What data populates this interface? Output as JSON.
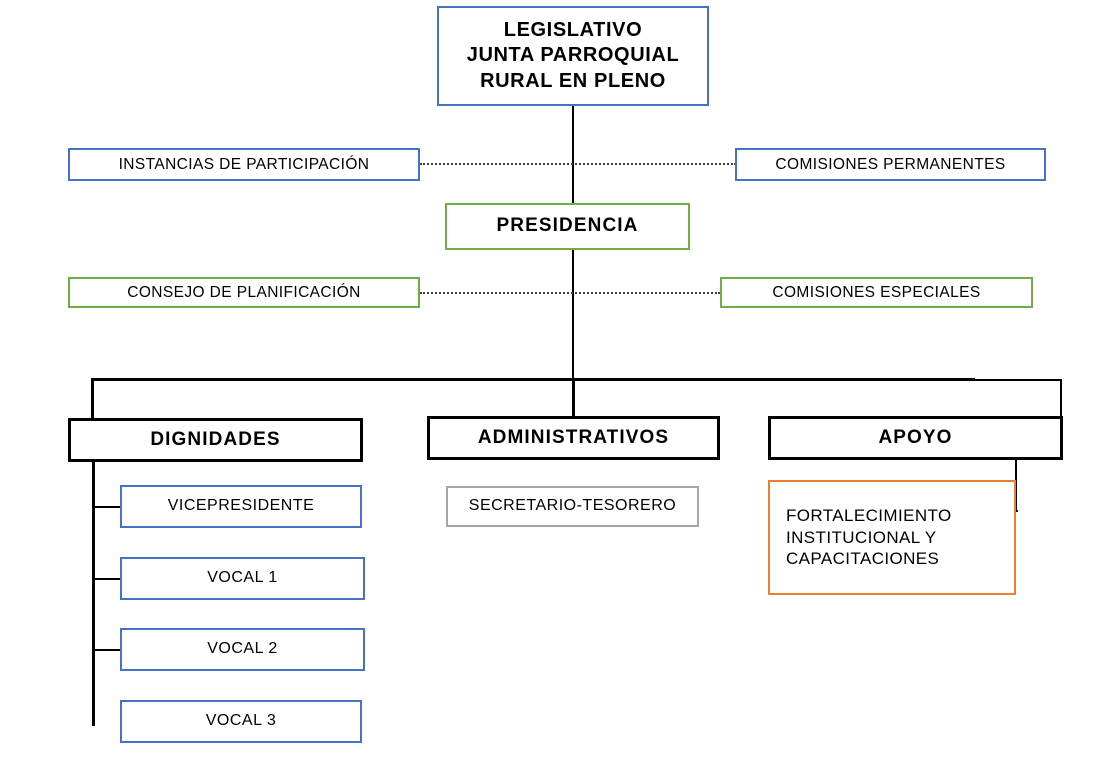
{
  "diagram": {
    "title": "Organigrama Junta Parroquial Rural",
    "colors": {
      "blue": "#4472C4",
      "green": "#70AD47",
      "gray": "#A6A6A6",
      "orange": "#ED7D31",
      "black": "#000000"
    }
  },
  "nodes": {
    "root": {
      "line1": "LEGISLATIVO",
      "line2": "JUNTA PARROQUIAL",
      "line3": "RURAL EN PLENO",
      "border": "blue"
    },
    "instancias_participacion": {
      "label": "INSTANCIAS DE PARTICIPACIÓN",
      "border": "blue"
    },
    "comisiones_permanentes": {
      "label": "COMISIONES PERMANENTES",
      "border": "blue"
    },
    "presidencia": {
      "label": "PRESIDENCIA",
      "border": "green"
    },
    "consejo_planificacion": {
      "label": "CONSEJO DE PLANIFICACIÓN",
      "border": "green"
    },
    "comisiones_especiales": {
      "label": "COMISIONES ESPECIALES",
      "border": "green"
    },
    "dignidades": {
      "label": "DIGNIDADES",
      "border": "black"
    },
    "administrativos": {
      "label": "ADMINISTRATIVOS",
      "border": "black"
    },
    "apoyo": {
      "label": "APOYO",
      "border": "black"
    },
    "vicepresidente": {
      "label": "VICEPRESIDENTE",
      "border": "blue"
    },
    "vocal1": {
      "label": "VOCAL 1",
      "border": "blue"
    },
    "vocal2": {
      "label": "VOCAL 2",
      "border": "blue"
    },
    "vocal3": {
      "label": "VOCAL 3",
      "border": "blue"
    },
    "secretario_tesorero": {
      "label": "SECRETARIO-TESORERO",
      "border": "gray"
    },
    "fortalecimiento": {
      "line1": "FORTALECIMIENTO",
      "line2": "INSTITUCIONAL   Y",
      "line3": "CAPACITACIONES",
      "border": "orange"
    }
  }
}
